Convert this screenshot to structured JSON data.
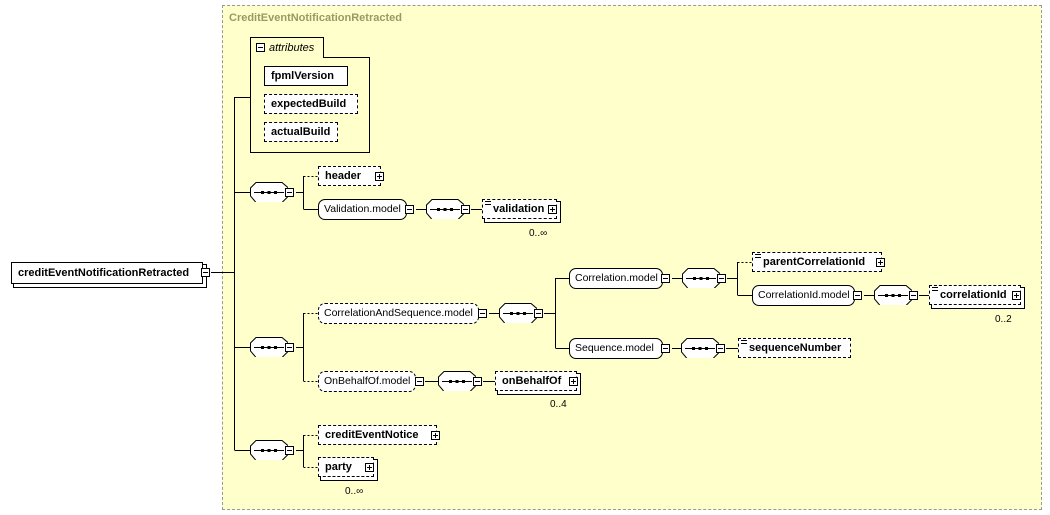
{
  "schema": {
    "type_title": "CreditEventNotificationRetracted",
    "root_element": "creditEventNotificationRetracted",
    "attributes_label": "attributes",
    "attributes": [
      "fpmlVersion",
      "expectedBuild",
      "actualBuild"
    ],
    "elements": {
      "header": "header",
      "validation_model": "Validation.model",
      "validation": "validation",
      "validation_mult": "0..∞",
      "correlation_and_sequence_model": "CorrelationAndSequence.model",
      "correlation_model": "Correlation.model",
      "parent_correlation_id": "parentCorrelationId",
      "correlation_id_model": "CorrelationId.model",
      "correlation_id": "correlationId",
      "correlation_id_mult": "0..2",
      "sequence_model": "Sequence.model",
      "sequence_number": "sequenceNumber",
      "on_behalf_of_model": "OnBehalfOf.model",
      "on_behalf_of": "onBehalfOf",
      "on_behalf_of_mult": "0..4",
      "credit_event_notice": "creditEventNotice",
      "party": "party",
      "party_mult": "0..∞"
    }
  },
  "colors": {
    "complex_type_bg": "#ffffcc",
    "complex_type_border": "#999999",
    "title_text": "#999966"
  }
}
